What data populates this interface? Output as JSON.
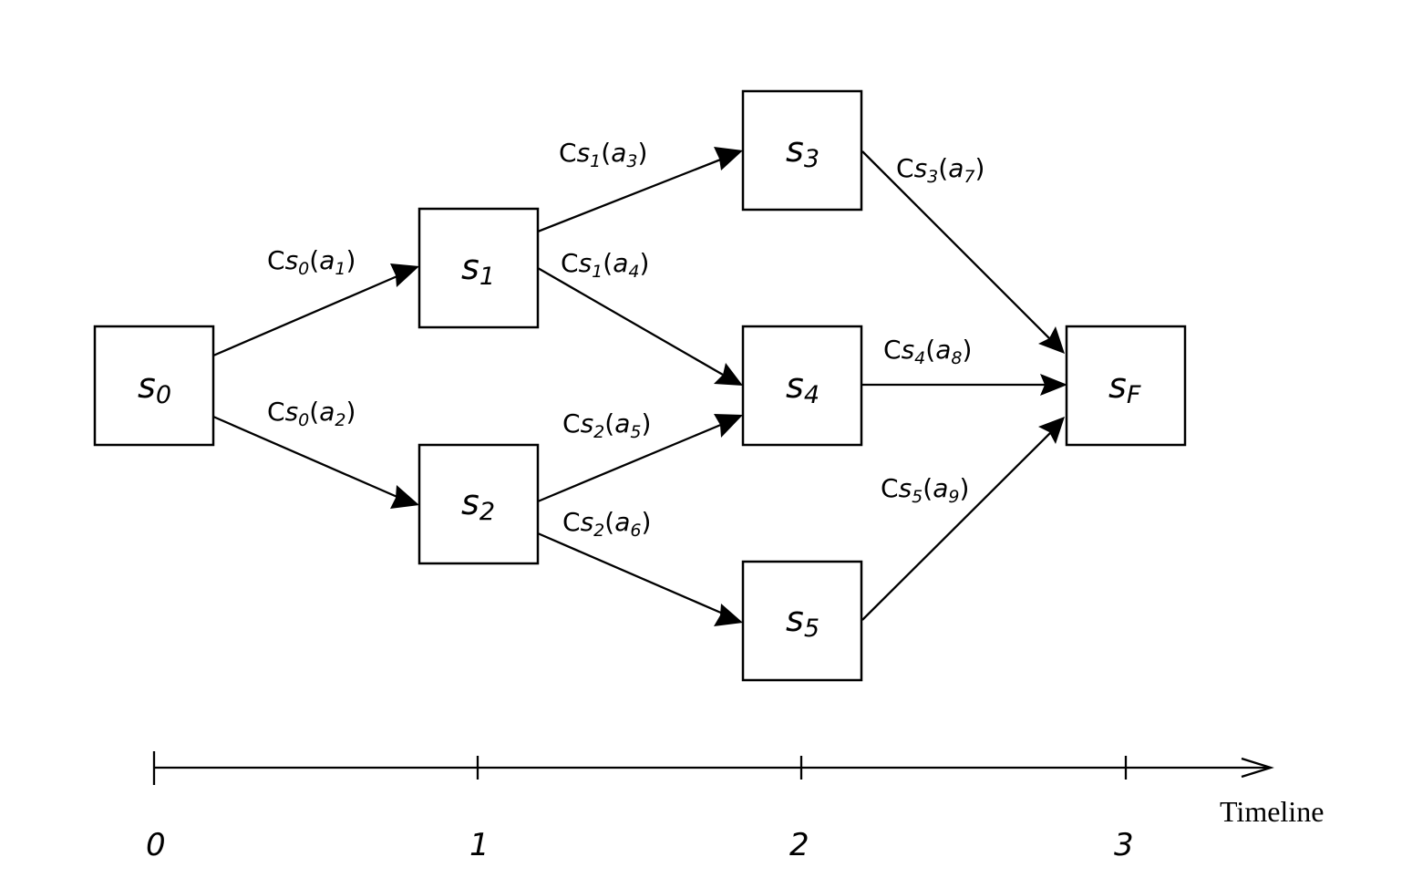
{
  "nodes": {
    "s0": {
      "base": "s",
      "sub": "0"
    },
    "s1": {
      "base": "s",
      "sub": "1"
    },
    "s2": {
      "base": "s",
      "sub": "2"
    },
    "s3": {
      "base": "s",
      "sub": "3"
    },
    "s4": {
      "base": "s",
      "sub": "4"
    },
    "s5": {
      "base": "s",
      "sub": "5"
    },
    "sF": {
      "base": "s",
      "sub": "F"
    }
  },
  "edges": {
    "e1": {
      "from": "s0",
      "to": "s1",
      "c": "C",
      "s": "s",
      "ssub": "0",
      "a": "a",
      "asub": "1"
    },
    "e2": {
      "from": "s0",
      "to": "s2",
      "c": "C",
      "s": "s",
      "ssub": "0",
      "a": "a",
      "asub": "2"
    },
    "e3": {
      "from": "s1",
      "to": "s3",
      "c": "C",
      "s": "s",
      "ssub": "1",
      "a": "a",
      "asub": "3"
    },
    "e4": {
      "from": "s1",
      "to": "s4",
      "c": "C",
      "s": "s",
      "ssub": "1",
      "a": "a",
      "asub": "4"
    },
    "e5": {
      "from": "s2",
      "to": "s4",
      "c": "C",
      "s": "s",
      "ssub": "2",
      "a": "a",
      "asub": "5"
    },
    "e6": {
      "from": "s2",
      "to": "s5",
      "c": "C",
      "s": "s",
      "ssub": "2",
      "a": "a",
      "asub": "6"
    },
    "e7": {
      "from": "s3",
      "to": "sF",
      "c": "C",
      "s": "s",
      "ssub": "3",
      "a": "a",
      "asub": "7"
    },
    "e8": {
      "from": "s4",
      "to": "sF",
      "c": "C",
      "s": "s",
      "ssub": "4",
      "a": "a",
      "asub": "8"
    },
    "e9": {
      "from": "s5",
      "to": "sF",
      "c": "C",
      "s": "s",
      "ssub": "5",
      "a": "a",
      "asub": "9"
    }
  },
  "timeline": {
    "label": "Timeline",
    "ticks": [
      "0",
      "1",
      "2",
      "3"
    ]
  },
  "punct": {
    "open": "(",
    "close": ")"
  }
}
